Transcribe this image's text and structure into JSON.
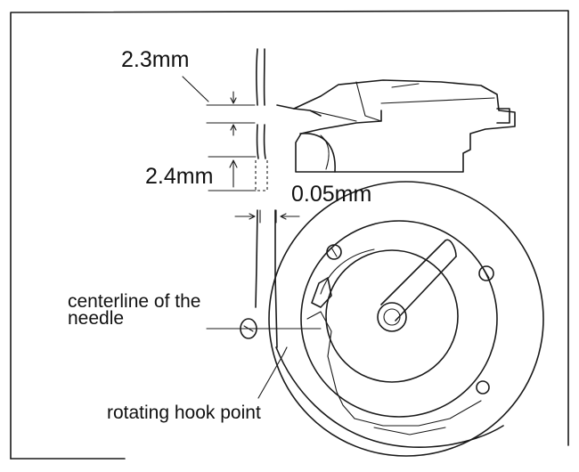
{
  "labels": {
    "gap_top": "2.3mm",
    "gap_bottom": "2.4mm",
    "clearance": "0.05mm",
    "needle_centerline_line1": "centerline of the",
    "needle_centerline_line2": "needle",
    "hook_point": "rotating hook point"
  },
  "colors": {
    "ink": "#1a1a1a",
    "paper": "#ffffff"
  }
}
